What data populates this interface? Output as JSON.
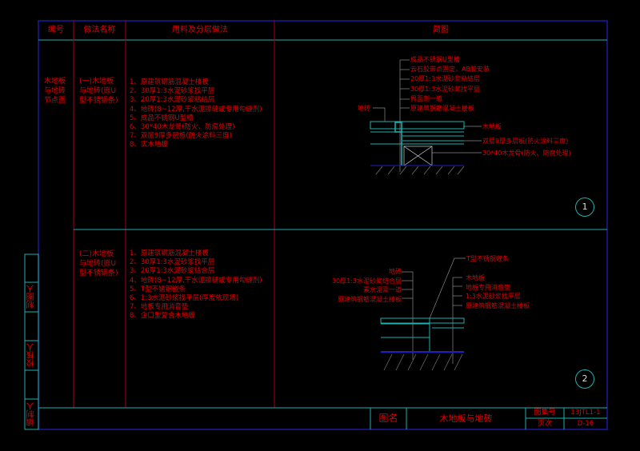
{
  "header": {
    "col_no": "编号",
    "col_name": "做法名称",
    "col_materials": "用料及分层做法",
    "col_sketch": "简图"
  },
  "rows": [
    {
      "no": [
        "木地板",
        "与地砖",
        "节点图"
      ],
      "name": [
        "(一)木地板",
        "与地砖(嵌U",
        "型不锈钢条)"
      ],
      "steps": [
        "1、原建筑钢筋混凝土楼板",
        "2、30厚1:3水泥砂浆找平层",
        "3、20厚1:3水泥砂浆粘结层",
        "4、地砖(8~12厚,干水泥擦缝或专用勾缝剂)",
        "5、成品不锈钢U型槽",
        "6、30*40木龙骨(防火、防腐处理)",
        "7、双层9厚多层板(防火涂料三度)",
        "8、实木地板"
      ],
      "sketch_labels_top": [
        "成品不锈钢U型槽",
        "云石胶带点固定，AB胶安装",
        "20厚1:3水泥砂浆粘结层",
        "30厚1:3水泥砂浆找平层",
        "界面剂一道",
        "原建筑钢筋混凝土楼板"
      ],
      "sketch_label_left": "地砖",
      "sketch_labels_right": [
        "木地板",
        "双层9厚多层板(防火涂料三度)",
        "30*40木龙骨(防火、防腐处理)"
      ],
      "detail_no": "1"
    },
    {
      "name": [
        "(二)木地板",
        "与地砖(嵌U",
        "型不锈钢条)"
      ],
      "steps": [
        "1、原建筑钢筋混凝土楼板",
        "2、30厚1:3水泥砂浆找平层",
        "3、20厚1:3水泥砂浆结合层",
        "4、地砖(8~12厚,干水泥擦缝或专用勾缝剂)",
        "5、T型不锈钢嵌条",
        "6、1:3水泥砂浆找平层(厚度依现场)",
        "7、地板专用消音垫",
        "8、企口型复合木地板"
      ],
      "sketch_label_top": "T型不锈钢嵌条",
      "sketch_labels_left": [
        "地砖",
        "30厚1:3水泥砂浆结合层",
        "素水泥膏一道",
        "原建筑钢筋混凝土楼板"
      ],
      "sketch_labels_right": [
        "木地板",
        "地板专用消音垫",
        "1:3水泥砂浆找平层",
        "原建筑钢筋混凝土楼板"
      ],
      "detail_no": "2"
    }
  ],
  "side_strip": [
    "制图人",
    "校核人",
    "编制人"
  ],
  "title_block": {
    "name_label": "图名",
    "name": "木地板与地砖",
    "atlas_label": "图集号",
    "atlas_no": "13JTL1-1",
    "page_label": "页次",
    "page_no": "D-16"
  },
  "colors": {
    "text": "#e00000",
    "frame": "#1a1aa0",
    "cyan": "#20b0b0",
    "divider": "#a00020"
  }
}
